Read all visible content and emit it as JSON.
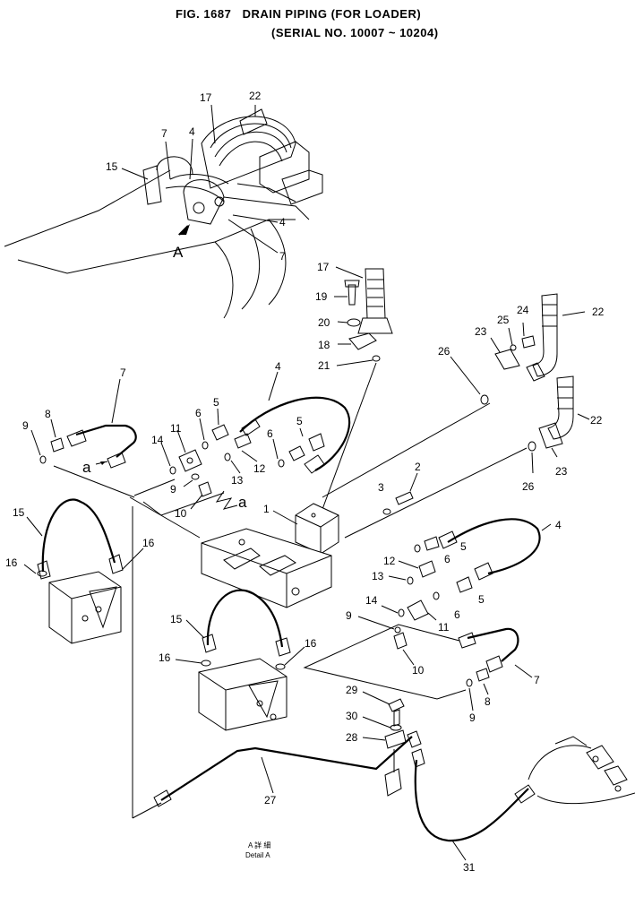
{
  "header": {
    "title_line1": "FIG. 1687   DRAIN PIPING (FOR LOADER)",
    "title_line2": "(SERIAL NO. 10007 ~ 10204)"
  },
  "detail": {
    "view_letter": "A",
    "caption_jp": "A 詳 細",
    "caption_en": "Detail A"
  },
  "callouts": {
    "c1": "1",
    "c2": "2",
    "c3": "3",
    "c4": "4",
    "c5": "5",
    "c6": "6",
    "c7": "7",
    "c8": "8",
    "c9": "9",
    "c10": "10",
    "c11": "11",
    "c12": "12",
    "c13": "13",
    "c14": "14",
    "c15": "15",
    "c16": "16",
    "c17": "17",
    "c18": "18",
    "c19": "19",
    "c20": "20",
    "c21": "21",
    "c22": "22",
    "c23": "23",
    "c24": "24",
    "c25": "25",
    "c26": "26",
    "c27": "27",
    "c28": "28",
    "c29": "29",
    "c30": "30",
    "c31": "31",
    "a": "a"
  }
}
